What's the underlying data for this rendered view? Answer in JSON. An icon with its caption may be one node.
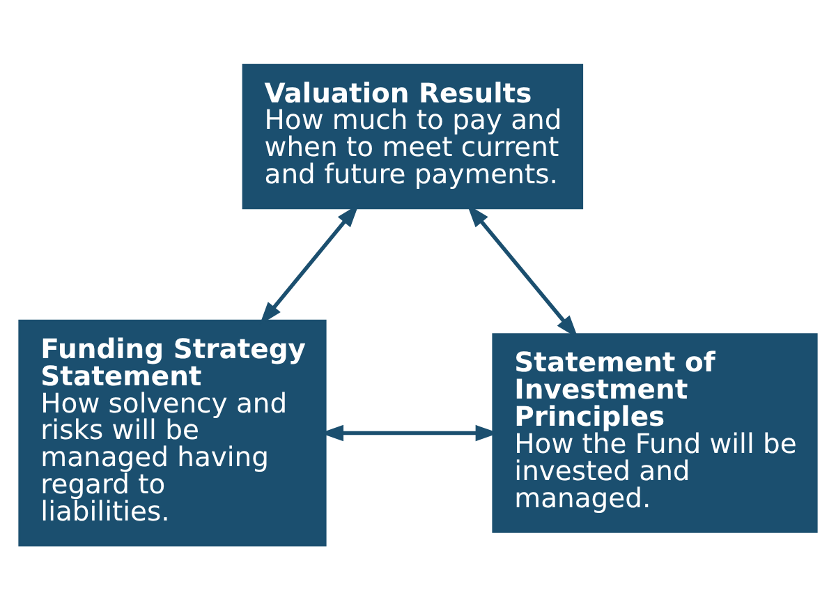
{
  "diagram": {
    "nodes": [
      {
        "text": [
          "Valuation Results",
          "How much to pay and when to meet current and future payments."
        ]
      },
      {
        "text": [
          "Funding Strategy Statement",
          "How solvency and risks will be managed having regard to liabilities."
        ]
      },
      {
        "text": [
          "Statement of Investment Principles",
          "How the Fund will be invested and managed."
        ]
      }
    ],
    "edges": [
      {
        "from": 0,
        "to": 1,
        "arrow": "both"
      },
      {
        "from": 0,
        "to": 2,
        "arrow": "both"
      },
      {
        "from": 1,
        "to": 2,
        "arrow": "both"
      }
    ]
  }
}
